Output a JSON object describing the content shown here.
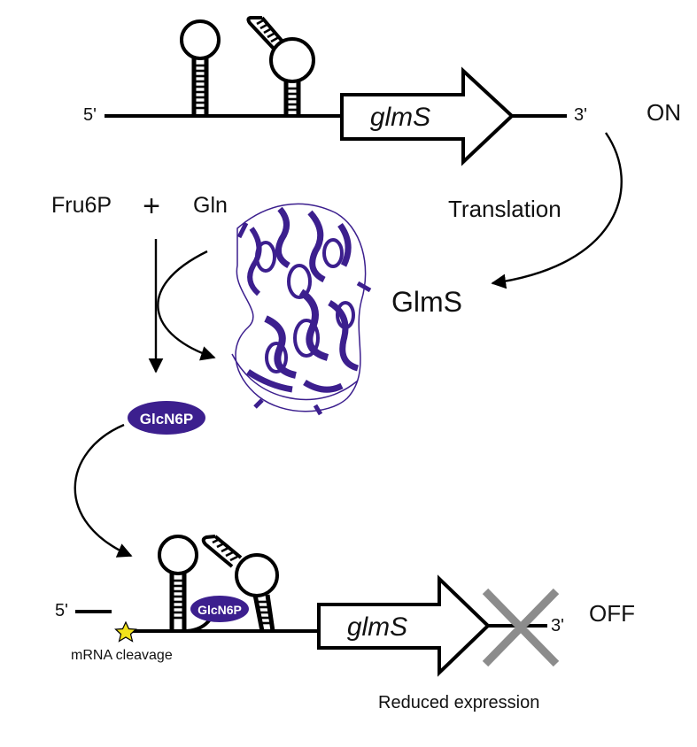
{
  "top": {
    "five_prime": "5'",
    "three_prime": "3'",
    "gene": "glmS",
    "state": "ON",
    "state_color": "#18a34a"
  },
  "pathway": {
    "substrate_1": "Fru6P",
    "plus": "+",
    "substrate_2": "Gln",
    "translation": "Translation",
    "enzyme": "GlmS",
    "product": "GlcN6P",
    "protein_color": "#3c1f8e"
  },
  "bottom": {
    "five_prime": "5'",
    "three_prime": "3'",
    "gene": "glmS",
    "bound_ligand": "GlcN6P",
    "cleavage": "mRNA cleavage",
    "reduced": "Reduced expression",
    "state": "OFF",
    "state_color": "#e0201b",
    "star_color": "#f2e21b",
    "x_color": "#8c8c8c"
  }
}
